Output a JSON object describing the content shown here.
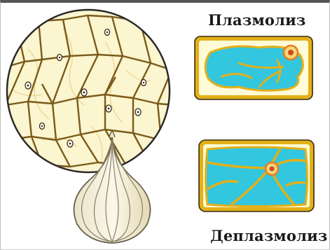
{
  "labels": {
    "plasmolysis": "Плазмолиз",
    "deplasmolysis": "Деплазмолиз"
  },
  "colors": {
    "cell_wall": "#e2b019",
    "cytoplasm": "#fffbd6",
    "vacuole": "#33c6df",
    "nucleus": "#e87b1f",
    "cell_outline": "#3a2a10",
    "tissue_bg": "#fbf5d0",
    "tissue_wall": "#7a5a18"
  },
  "icons": {
    "onion": "onion-bulb-icon",
    "magnifier": "magnified-tissue-circle"
  }
}
